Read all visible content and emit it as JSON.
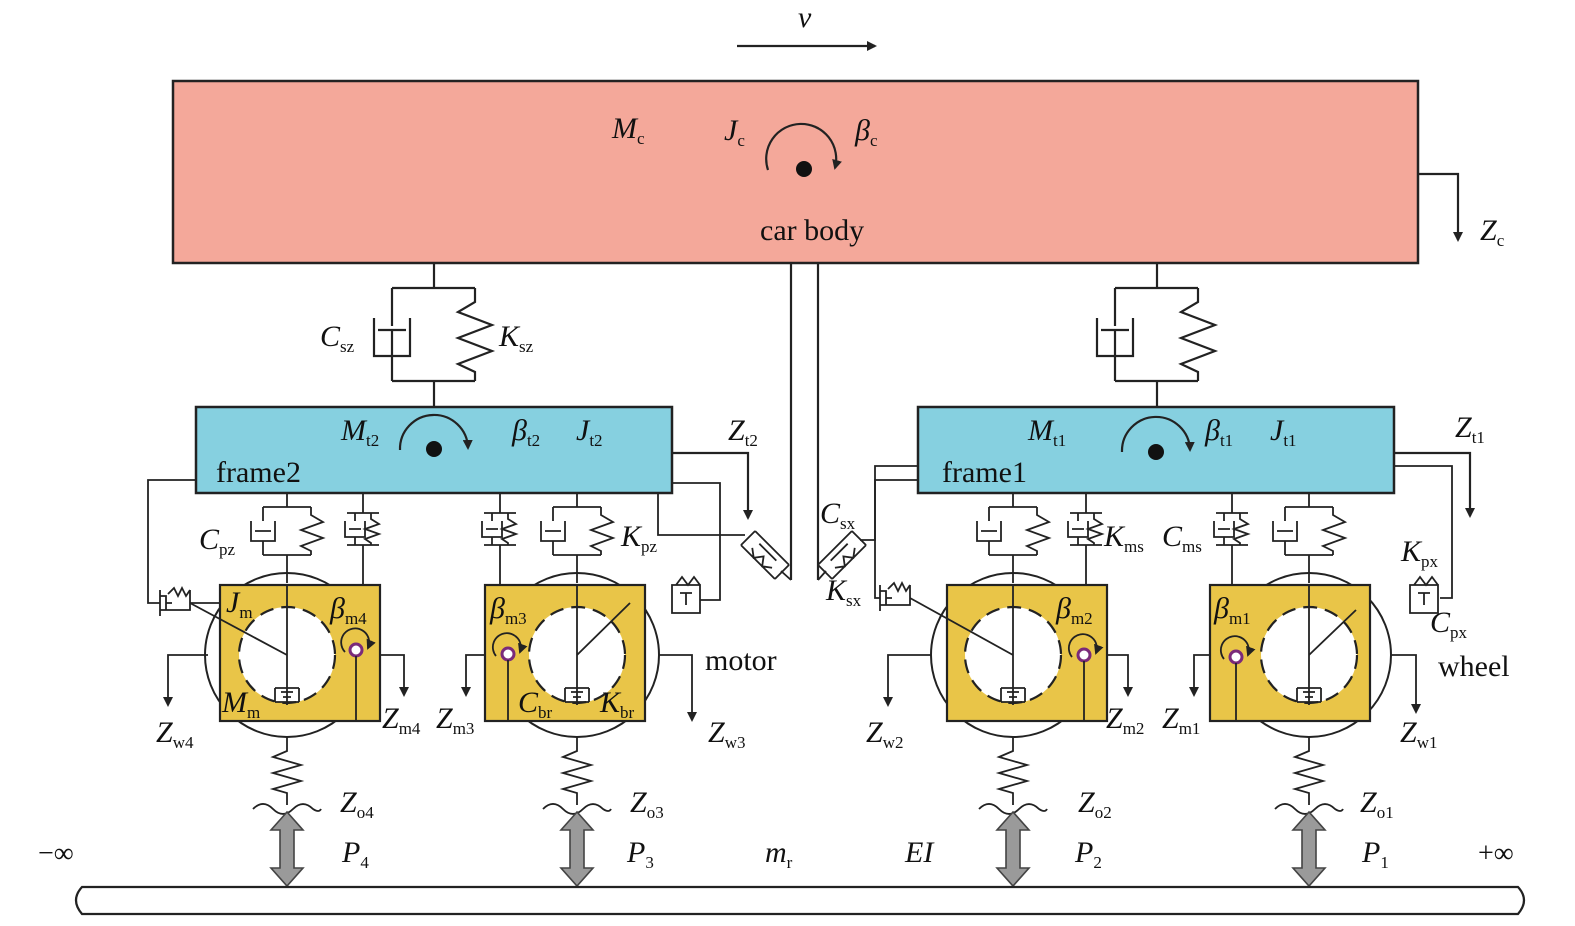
{
  "colors": {
    "car_body_fill": "#f4a89a",
    "frame_fill": "#86d0e0",
    "motor_fill": "#e9c548",
    "motor_inner": "#f3a082",
    "force_arrow": "#9a9a9a",
    "pivot_ring": "#7a2a7a"
  },
  "icons": [
    "spring-icon",
    "damper-icon",
    "rotation-arrow-icon",
    "force-arrow-icon",
    "infinity-symbol"
  ],
  "labels": {
    "velocity": "v",
    "car_mass": {
      "base": "M",
      "sub": "c"
    },
    "car_inertia": {
      "base": "J",
      "sub": "c"
    },
    "car_pitch": {
      "base": "β",
      "sub": "c"
    },
    "car_body": "car body",
    "car_disp": {
      "base": "Z",
      "sub": "c"
    },
    "csz": {
      "base": "C",
      "sub": "sz"
    },
    "ksz": {
      "base": "K",
      "sub": "sz"
    },
    "frame2_mass": {
      "base": "M",
      "sub": "t2"
    },
    "frame2_pitch": {
      "base": "β",
      "sub": "t2"
    },
    "frame2_inertia": {
      "base": "J",
      "sub": "t2"
    },
    "frame2_disp": {
      "base": "Z",
      "sub": "t2"
    },
    "frame2": "frame2",
    "frame1_mass": {
      "base": "M",
      "sub": "t1"
    },
    "frame1_pitch": {
      "base": "β",
      "sub": "t1"
    },
    "frame1_inertia": {
      "base": "J",
      "sub": "t1"
    },
    "frame1_disp": {
      "base": "Z",
      "sub": "t1"
    },
    "frame1": "frame1",
    "cpz": {
      "base": "C",
      "sub": "pz"
    },
    "kpz": {
      "base": "K",
      "sub": "pz"
    },
    "csx": {
      "base": "C",
      "sub": "sx"
    },
    "ksx": {
      "base": "K",
      "sub": "sx"
    },
    "kms": {
      "base": "K",
      "sub": "ms"
    },
    "cms": {
      "base": "C",
      "sub": "ms"
    },
    "kpx": {
      "base": "K",
      "sub": "px"
    },
    "cpx": {
      "base": "C",
      "sub": "px"
    },
    "jm": {
      "base": "J",
      "sub": "m"
    },
    "mm": {
      "base": "M",
      "sub": "m"
    },
    "bm4": {
      "base": "β",
      "sub": "m4"
    },
    "bm3": {
      "base": "β",
      "sub": "m3"
    },
    "bm2": {
      "base": "β",
      "sub": "m2"
    },
    "bm1": {
      "base": "β",
      "sub": "m1"
    },
    "cbr": {
      "base": "C",
      "sub": "br"
    },
    "kbr": {
      "base": "K",
      "sub": "br"
    },
    "motor": "motor",
    "wheel": "wheel",
    "zw4": {
      "base": "Z",
      "sub": "w4"
    },
    "zm4": {
      "base": "Z",
      "sub": "m4"
    },
    "zm3": {
      "base": "Z",
      "sub": "m3"
    },
    "zw3": {
      "base": "Z",
      "sub": "w3"
    },
    "zw2": {
      "base": "Z",
      "sub": "w2"
    },
    "zm2": {
      "base": "Z",
      "sub": "m2"
    },
    "zm1": {
      "base": "Z",
      "sub": "m1"
    },
    "zw1": {
      "base": "Z",
      "sub": "w1"
    },
    "zo4": {
      "base": "Z",
      "sub": "o4"
    },
    "zo3": {
      "base": "Z",
      "sub": "o3"
    },
    "zo2": {
      "base": "Z",
      "sub": "o2"
    },
    "zo1": {
      "base": "Z",
      "sub": "o1"
    },
    "p4": {
      "base": "P",
      "sub": "4"
    },
    "p3": {
      "base": "P",
      "sub": "3"
    },
    "p2": {
      "base": "P",
      "sub": "2"
    },
    "p1": {
      "base": "P",
      "sub": "1"
    },
    "mr": {
      "base": "m",
      "sub": "r"
    },
    "ei": "EI",
    "neg_inf": "−∞",
    "pos_inf": "+∞"
  }
}
